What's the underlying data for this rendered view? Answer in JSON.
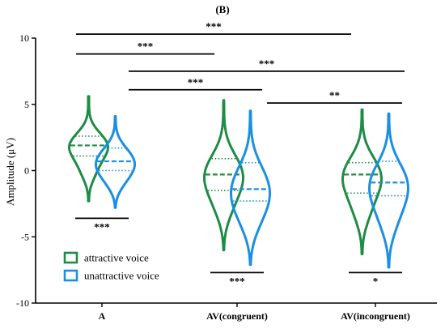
{
  "chart_data": {
    "type": "violin",
    "panel_label": "(B)",
    "ylabel": "Amplitude (μV)",
    "ylim": [
      -10,
      10
    ],
    "yticks": [
      "10",
      "5",
      "0",
      "-5",
      "-10"
    ],
    "categories": [
      "A",
      "AV(congruent)",
      "AV(incongruent)"
    ],
    "series": [
      {
        "name": "attractive voice",
        "color": "#1e8c45",
        "values": [
          {
            "min": -2.3,
            "q1": 1.1,
            "median": 1.9,
            "q3": 2.6,
            "max": 5.6
          },
          {
            "min": -6.0,
            "q1": -1.5,
            "median": -0.3,
            "q3": 0.9,
            "max": 5.3
          },
          {
            "min": -6.3,
            "q1": -1.7,
            "median": -0.3,
            "q3": 0.6,
            "max": 4.6
          }
        ]
      },
      {
        "name": "unattractive voice",
        "color": "#1a8fe3",
        "values": [
          {
            "min": -2.8,
            "q1": 0.0,
            "median": 0.7,
            "q3": 1.7,
            "max": 4.1
          },
          {
            "min": -7.1,
            "q1": -2.3,
            "median": -1.4,
            "q3": 0.6,
            "max": 4.5
          },
          {
            "min": -7.3,
            "q1": -1.9,
            "median": -0.9,
            "q3": 0.7,
            "max": 4.3
          }
        ]
      }
    ],
    "significance": [
      {
        "label": "***",
        "from": "A",
        "to": "AV(incongruent)",
        "level": 10.3
      },
      {
        "label": "***",
        "from": "A",
        "to": "AV(congruent)",
        "level": 8.8
      },
      {
        "label": "***",
        "from": "A",
        "to": "AV(incongruent)",
        "level": 7.5
      },
      {
        "label": "***",
        "from": "A",
        "to": "AV(congruent)",
        "level": 6.1
      },
      {
        "label": "**",
        "from": "AV(congruent)",
        "to": "AV(incongruent)",
        "level": 5.1
      },
      {
        "label": "***",
        "from": "A",
        "to": "A",
        "level": -3.6
      },
      {
        "label": "***",
        "from": "AV(congruent)",
        "to": "AV(congruent)",
        "level": -7.7
      },
      {
        "label": "*",
        "from": "AV(incongruent)",
        "to": "AV(incongruent)",
        "level": -7.7
      }
    ],
    "legend": {
      "placement": "bottom-left",
      "entries": [
        "attractive voice",
        "unattractive voice"
      ]
    }
  }
}
